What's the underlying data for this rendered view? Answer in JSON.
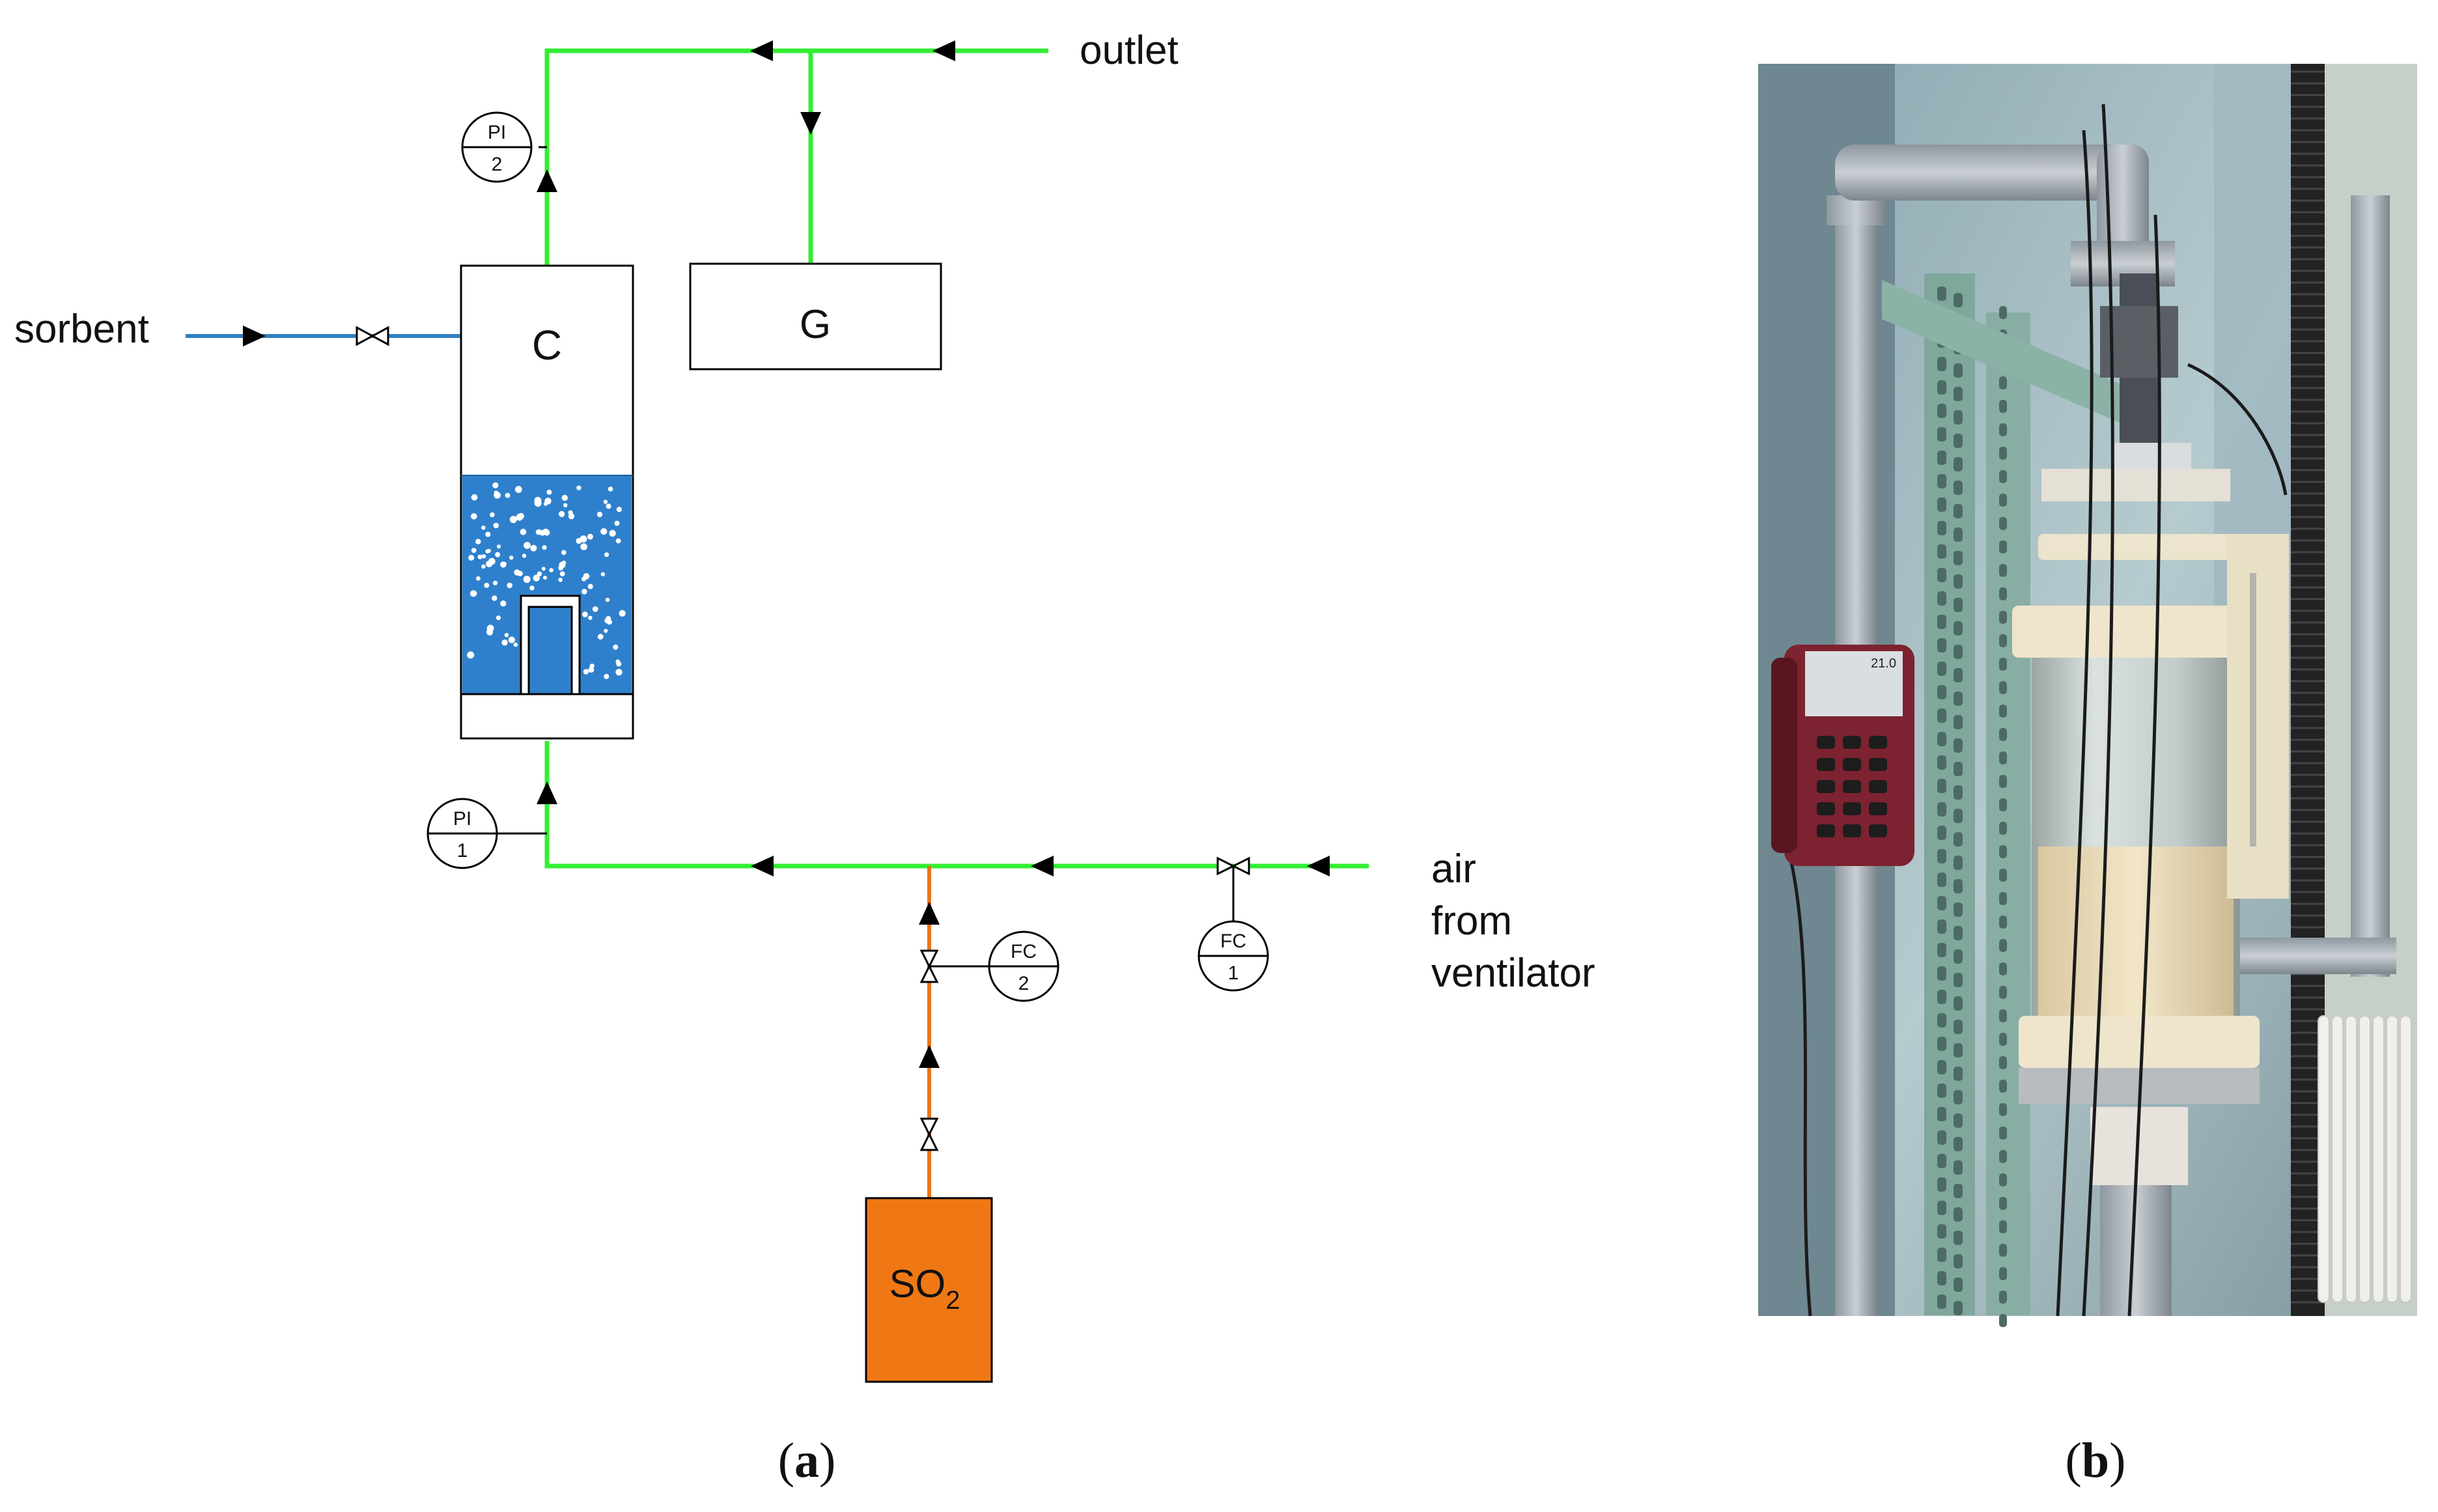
{
  "diagram": {
    "labels": {
      "outlet": "outlet",
      "sorbent": "sorbent",
      "column": "C",
      "box_g": "G",
      "air_line1": "air",
      "air_line2": "from",
      "air_line3": "ventilator",
      "so2_main": "SO",
      "so2_sub": "2"
    },
    "instruments": {
      "pi2": {
        "tag": "PI",
        "num": "2"
      },
      "pi1": {
        "tag": "PI",
        "num": "1"
      },
      "fc2": {
        "tag": "FC",
        "num": "2"
      },
      "fc1": {
        "tag": "FC",
        "num": "1"
      }
    },
    "colors": {
      "air_line": "#33ee33",
      "sorbent_line": "#2f7fc1",
      "so2_line": "#e8761a",
      "liquid": "#2f80cc",
      "so2_tank": "#f07814"
    }
  },
  "captions": {
    "a_open": "(",
    "a_letter": "a",
    "a_close": ")",
    "b_open": "(",
    "b_letter": "b",
    "b_close": ")"
  },
  "photo": {
    "analyzer_display": "21.0"
  }
}
